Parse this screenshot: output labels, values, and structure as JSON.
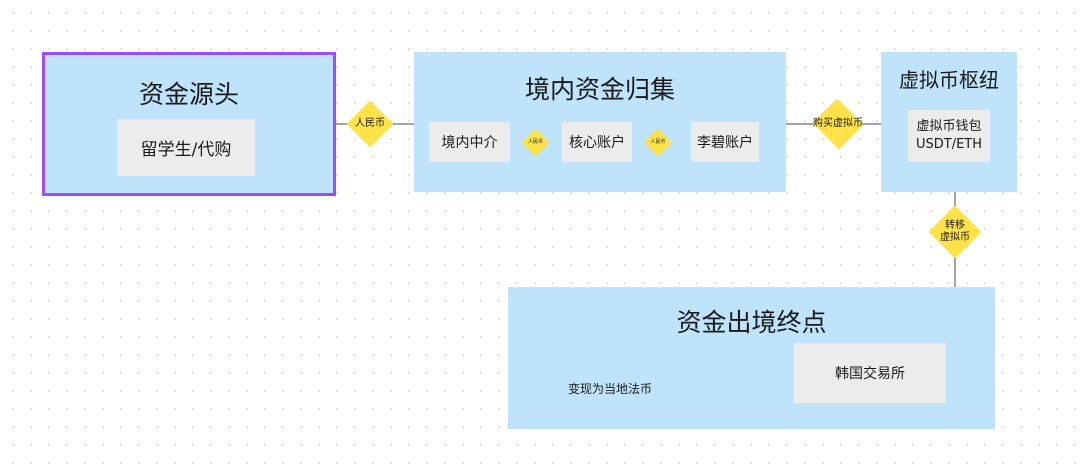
{
  "colors": {
    "group_fill": "#bfe3fb",
    "inner_fill": "#ececec",
    "selected_border": "#9b4dff",
    "diamond_fill": "#ffe24a",
    "line": "#4a4a4a"
  },
  "nodes": {
    "source": {
      "title": "资金源头",
      "item": "留学生/代购"
    },
    "domestic": {
      "title": "境内资金归集",
      "items": [
        "境内中介",
        "核心账户",
        "李碧账户"
      ]
    },
    "crypto": {
      "title": "虚拟币枢纽",
      "item_line1": "虚拟币钱包",
      "item_line2": "USDT/ETH"
    },
    "exit": {
      "title": "资金出境终点",
      "item": "韩国交易所"
    }
  },
  "edges": {
    "source_to_domestic": "人民币",
    "agent_to_core": "人民币",
    "core_to_li": "人民币",
    "domestic_to_crypto": "购买虚拟币",
    "crypto_to_exit_line1": "转移",
    "crypto_to_exit_line2": "虚拟币",
    "exit_loop": "变现为当地法币"
  }
}
